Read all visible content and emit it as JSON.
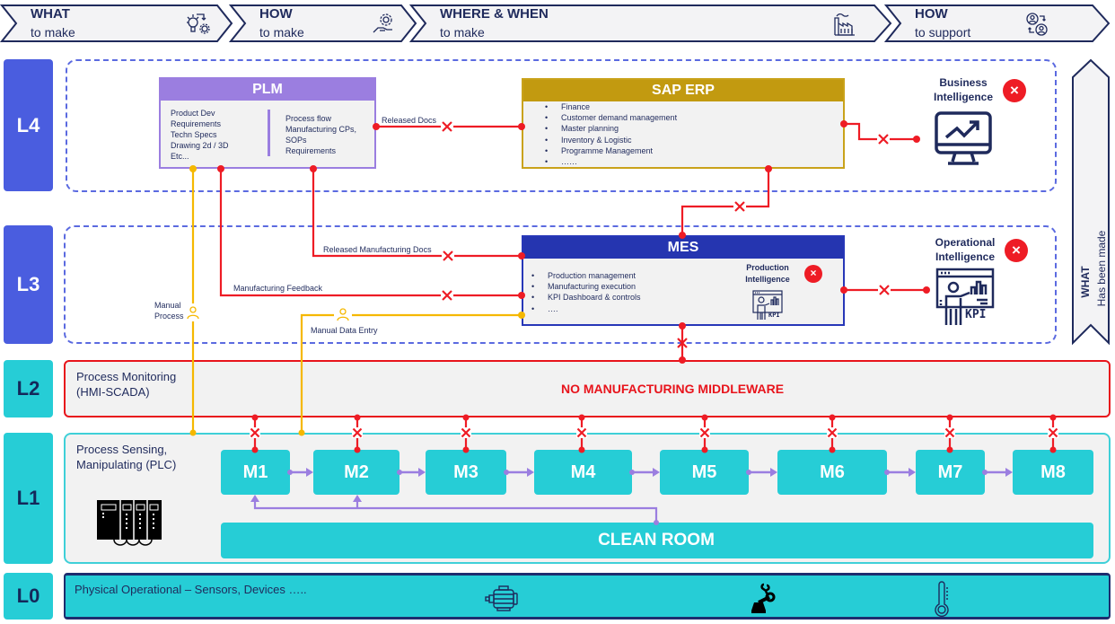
{
  "header": {
    "stages": [
      {
        "title": "WHAT",
        "subtitle": "to make",
        "icon": "idea-gear-icon"
      },
      {
        "title": "HOW",
        "subtitle": "to make",
        "icon": "hand-gear-icon"
      },
      {
        "title": "WHERE & WHEN",
        "subtitle": "to make",
        "icon": "factory-icon"
      },
      {
        "title": "HOW",
        "subtitle": "to support",
        "icon": "user-exchange-icon"
      }
    ]
  },
  "side_arrow": {
    "title": "WHAT",
    "subtitle": "Has been made"
  },
  "levels": [
    {
      "id": "L4"
    },
    {
      "id": "L3"
    },
    {
      "id": "L2"
    },
    {
      "id": "L1"
    },
    {
      "id": "L0"
    }
  ],
  "plm": {
    "title": "PLM",
    "left_items": [
      "Product Dev",
      "Requirements",
      "Techn Specs",
      "Drawing 2d / 3D",
      "Etc..."
    ],
    "right_items": [
      "Process flow",
      "Manufacturing CPs,",
      "SOPs",
      "Requirements"
    ]
  },
  "erp": {
    "title": "SAP ERP",
    "items": [
      "Finance",
      "Customer demand management",
      "Master planning",
      "Inventory & Logistic",
      "Programme Management",
      "……"
    ]
  },
  "mes": {
    "title": "MES",
    "items": [
      "Production management",
      "Manufacturing execution",
      "KPI Dashboard & controls",
      "…."
    ],
    "production_intelligence": "Production Intelligence",
    "kpi_label": "KPI"
  },
  "business_intelligence": {
    "label": "Business Intelligence",
    "status": "×"
  },
  "operational_intelligence": {
    "label": "Operational Intelligence",
    "status": "×",
    "kpi_label": "KPI"
  },
  "connectors": {
    "released_docs": "Released Docs",
    "released_mfg_docs": "Released Manufacturing Docs",
    "mfg_feedback": "Manufacturing Feedback",
    "manual_process": "Manual Process",
    "manual_data_entry": "Manual Data Entry"
  },
  "l2": {
    "label_line1": "Process Monitoring",
    "label_line2": "(HMI-SCADA)",
    "warning": "NO MANUFACTURING MIDDLEWARE"
  },
  "l1": {
    "label_line1": "Process Sensing,",
    "label_line2": "Manipulating (PLC)",
    "machines": [
      "M1",
      "M2",
      "M3",
      "M4",
      "M5",
      "M6",
      "M7",
      "M8"
    ],
    "clean_room": "CLEAN ROOM"
  },
  "l0": {
    "label": "Physical Operational – Sensors, Devices ….."
  },
  "colors": {
    "level_blue": "#4a5ddf",
    "level_teal": "#26cdd6",
    "broken_link": "#ee1c25",
    "manual_link": "#f5b800",
    "flow_link": "#9b7ee0",
    "plm": "#9b7ee0",
    "erp": "#c29a10",
    "mes": "#2535b0"
  }
}
